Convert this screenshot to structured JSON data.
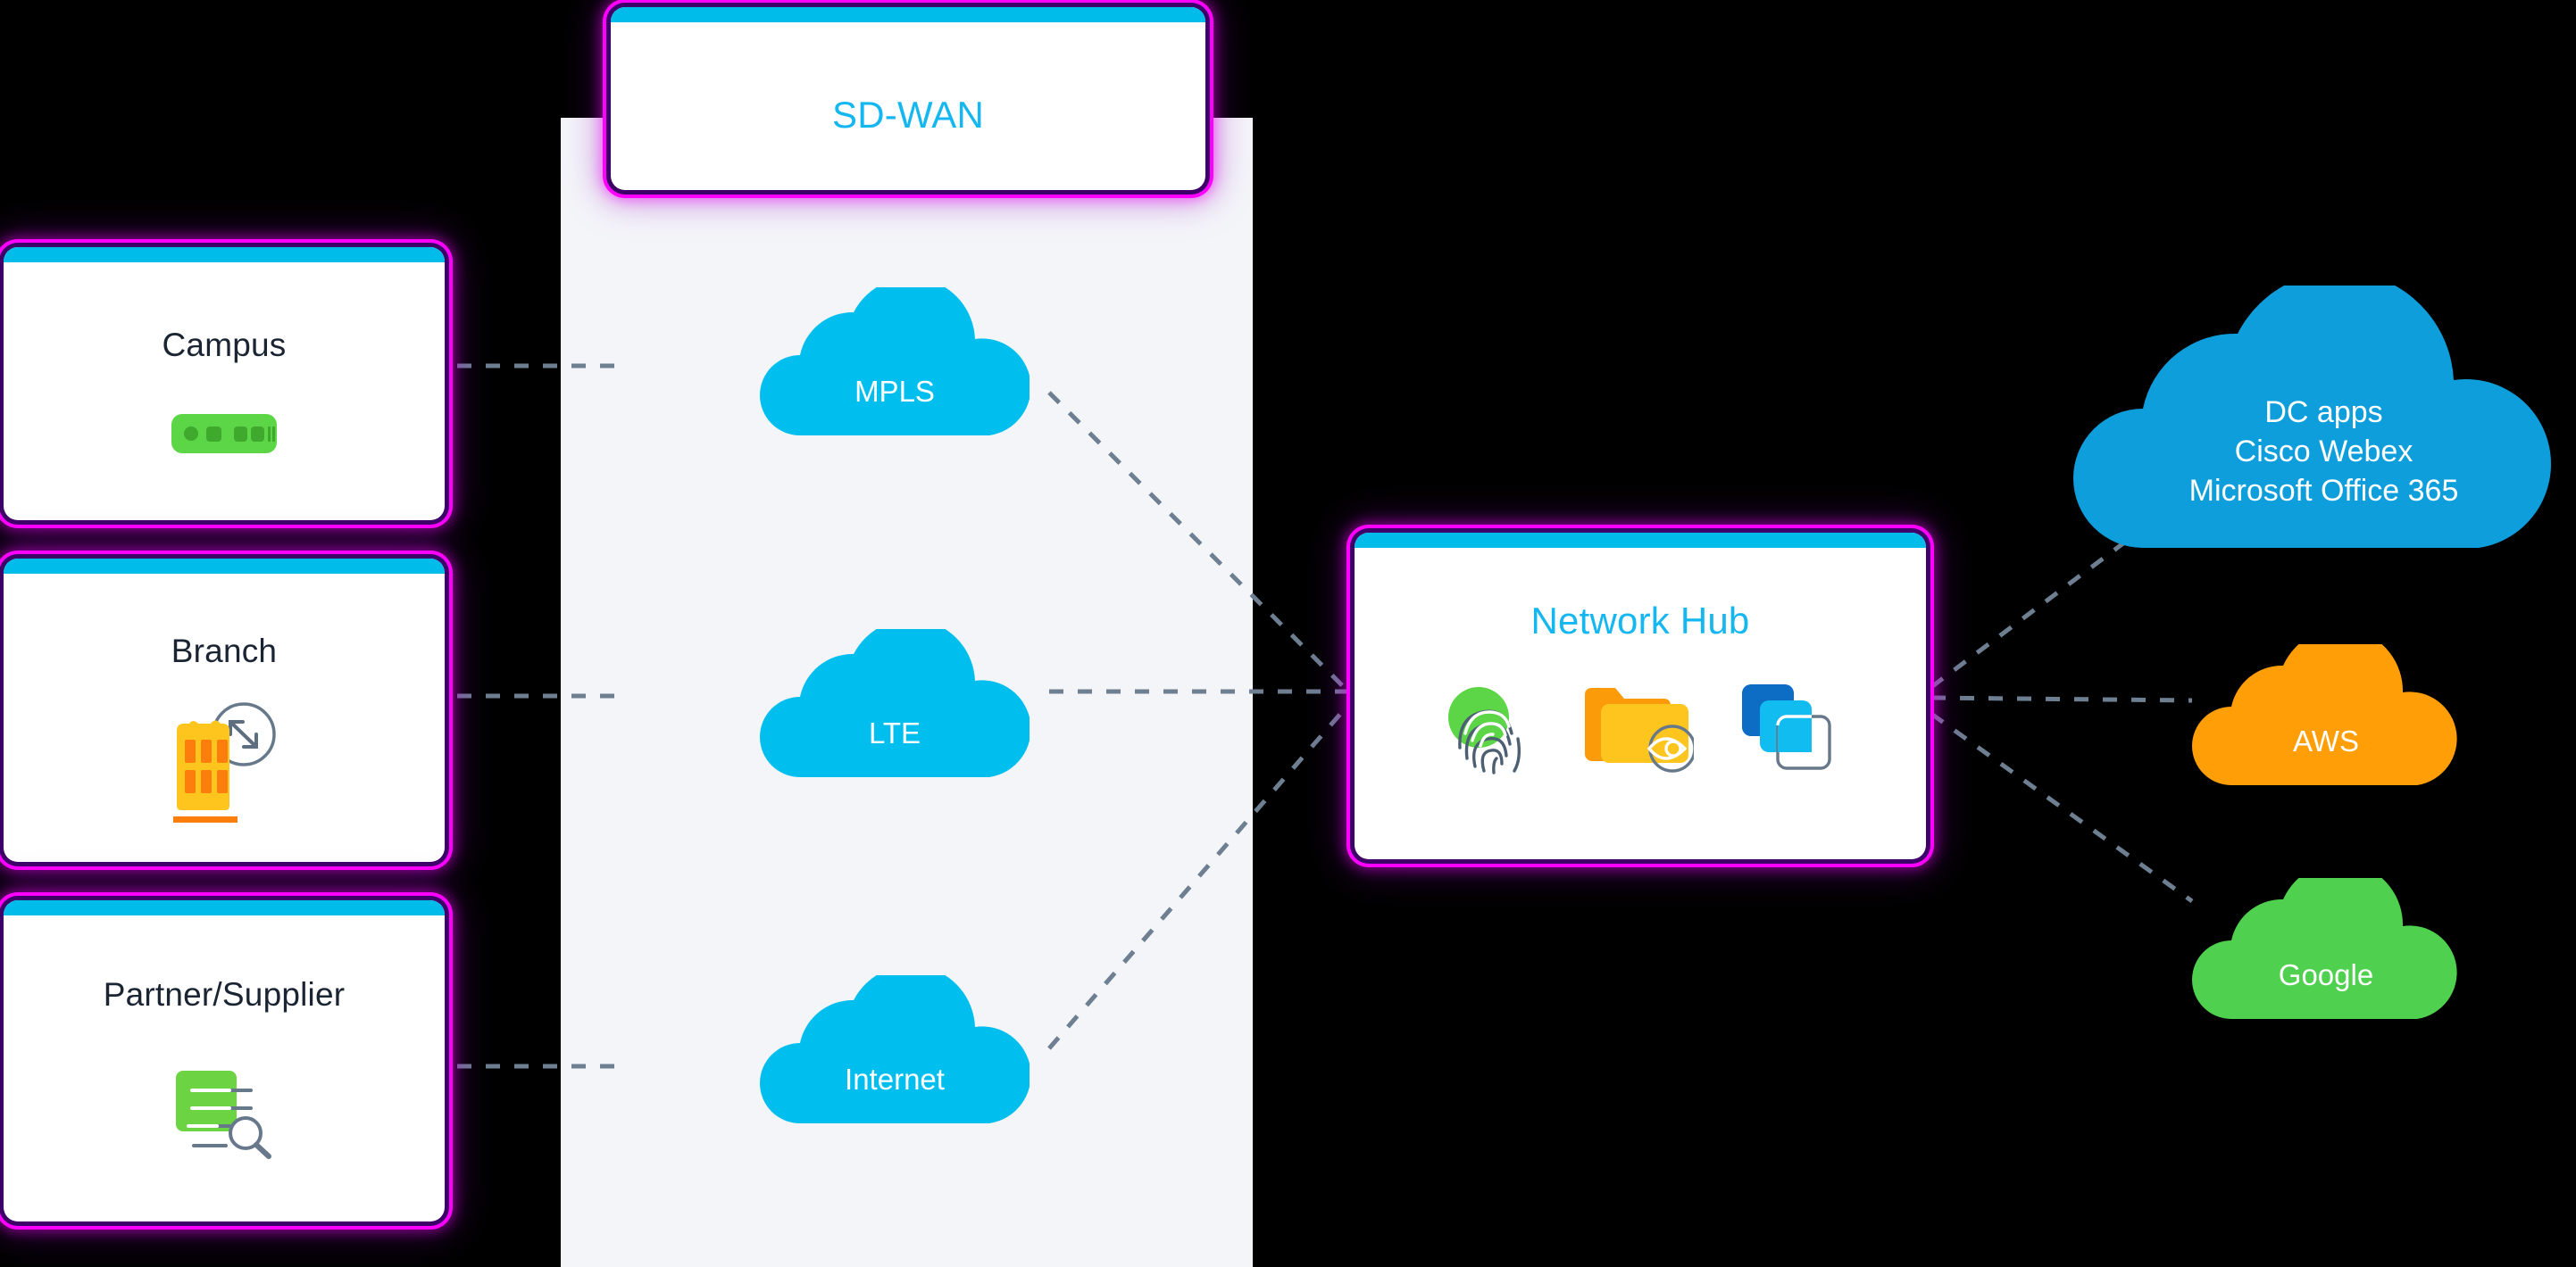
{
  "diagram": {
    "title": "SD-WAN network architecture",
    "background_color": "#000000",
    "panel_color": "#f4f5f9"
  },
  "header": {
    "label": "SD-WAN",
    "accent_color": "#15b7f0",
    "topbar_color": "#00bceb",
    "border_color": "#ff00ff"
  },
  "sites": [
    {
      "label": "Campus",
      "icon": "network-switch-icon",
      "icon_color": "#5cd646"
    },
    {
      "label": "Branch",
      "icon": "branch-building-icon",
      "icon_color": "#fdc51d"
    },
    {
      "label": "Partner/Supplier",
      "icon": "document-search-icon",
      "icon_color": "#6cd443"
    }
  ],
  "transports": [
    {
      "label": "MPLS",
      "color": "#00bfee"
    },
    {
      "label": "LTE",
      "color": "#00bfee"
    },
    {
      "label": "Internet",
      "color": "#00bfee"
    }
  ],
  "hub": {
    "label": "Network Hub",
    "accent_color": "#15b7f0",
    "icons": [
      {
        "name": "fingerprint-identity-icon",
        "color": "#5cd646"
      },
      {
        "name": "folder-visibility-icon",
        "color": "#fdc51d"
      },
      {
        "name": "stacked-layers-icon",
        "color": "#0d6cc4"
      }
    ]
  },
  "destinations": [
    {
      "label": "DC apps\nCisco Webex\nMicrosoft Office 365",
      "color": "#0d9edb",
      "icon": "cloud-icon"
    },
    {
      "label": "AWS",
      "color": "#ff9e07",
      "icon": "cloud-icon"
    },
    {
      "label": "Google",
      "color": "#4fd04f",
      "icon": "cloud-icon"
    }
  ],
  "connections": {
    "line_style": "dashed",
    "line_color": "#6e7f92"
  }
}
